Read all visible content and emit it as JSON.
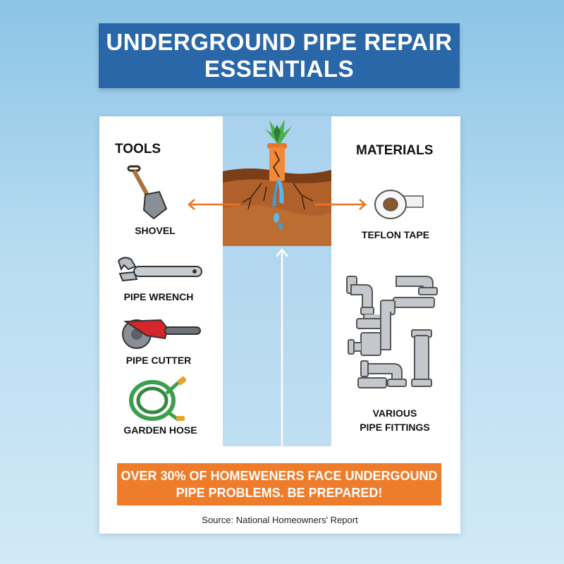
{
  "title": {
    "line1": "UNDERGROUND PIPE REPAIR",
    "line2": "ESSENTIALS"
  },
  "tools": {
    "heading": "TOOLS",
    "items": [
      {
        "label": "SHOVEL",
        "icon": "shovel-icon"
      },
      {
        "label": "PIPE WRENCH",
        "icon": "pipe-wrench-icon"
      },
      {
        "label": "PIPE CUTTER",
        "icon": "pipe-cutter-icon"
      },
      {
        "label": "GARDEN HOSE",
        "icon": "garden-hose-icon"
      }
    ]
  },
  "materials": {
    "heading": "MATERIALS",
    "items": [
      {
        "label": "TEFLON TAPE",
        "icon": "teflon-tape-icon"
      },
      {
        "label_line1": "VARIOUS",
        "label_line2": "PIPE FITTINGS",
        "icon": "pipe-fittings-icon"
      }
    ]
  },
  "center_icon": "leaking-pipe-in-soil-icon",
  "stat": {
    "line1": "OVER 30% OF HOMEWENERS FACE UNDERGOUND",
    "line2": "PIPE PROBLEMS. BE PREPARED!"
  },
  "source": "Source: National Homeowners' Report",
  "colors": {
    "title_bg": "#2a67a8",
    "accent_orange": "#ef7c2a",
    "background": "#a9d2ee"
  }
}
